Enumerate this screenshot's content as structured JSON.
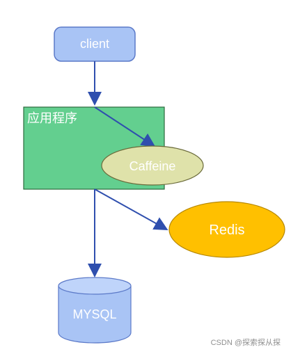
{
  "nodes": {
    "client": "client",
    "app": "应用程序",
    "caffeine": "Caffeine",
    "redis": "Redis",
    "mysql": "MYSQL"
  },
  "watermark": "CSDN @探索探从探",
  "colors": {
    "client_fill": "#a9c4f5",
    "client_stroke": "#5b79c8",
    "app_fill": "#63cf8f",
    "app_stroke": "#2d6b3d",
    "caffeine_fill": "#dfe2aa",
    "caffeine_stroke": "#6a6a3a",
    "redis_fill": "#ffc000",
    "redis_stroke": "#b78800",
    "mysql_fill": "#a9c4f5",
    "mysql_stroke": "#5b79c8",
    "arrow": "#2f4fae"
  }
}
